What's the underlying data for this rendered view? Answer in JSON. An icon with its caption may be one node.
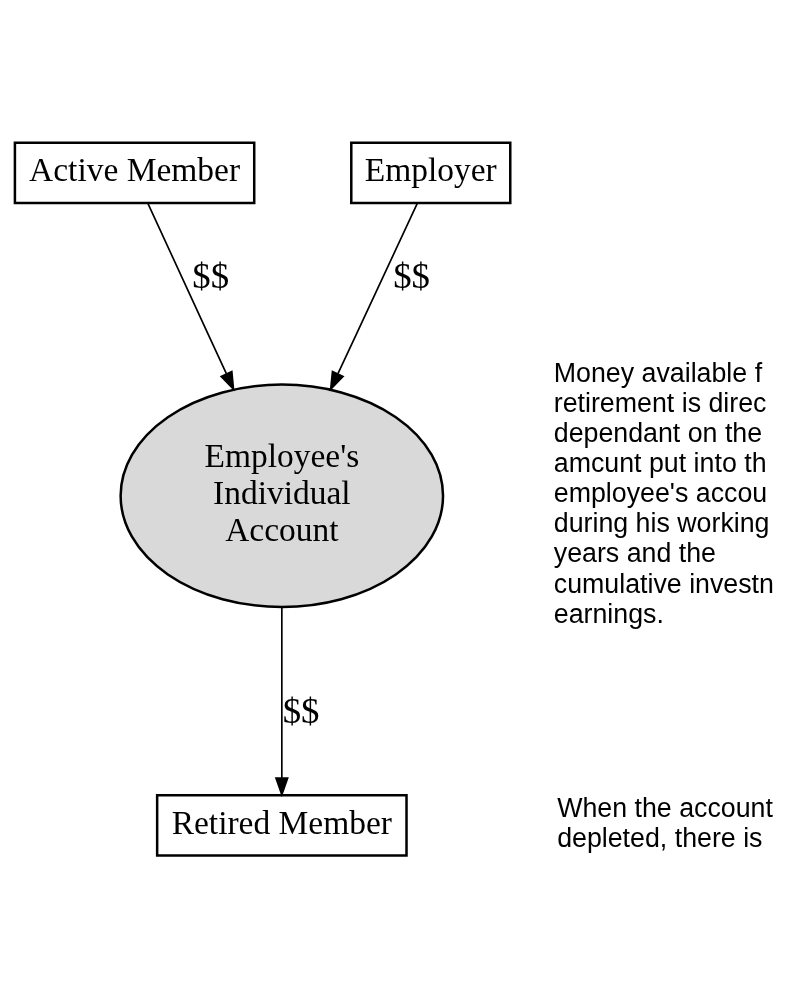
{
  "diagram": {
    "nodes": [
      {
        "text": [
          "Active Member"
        ]
      },
      {
        "text": [
          "Employer"
        ]
      },
      {
        "text": [
          "Employee's Individual Account"
        ]
      },
      {
        "text": [
          "Retired Member"
        ]
      }
    ],
    "edges": [
      {
        "from": 0,
        "to": 2,
        "arrow": "to",
        "label": "$$"
      },
      {
        "from": 1,
        "to": 2,
        "arrow": "to",
        "label": "$$"
      },
      {
        "from": 2,
        "to": 3,
        "arrow": "to",
        "label": "$$"
      }
    ],
    "labels": [
      "Money available f retirement is direc dependant on the amcunt put into th employee's accou during his working years and the cumulative investn earnings.",
      "When the account depleted, there is"
    ]
  }
}
